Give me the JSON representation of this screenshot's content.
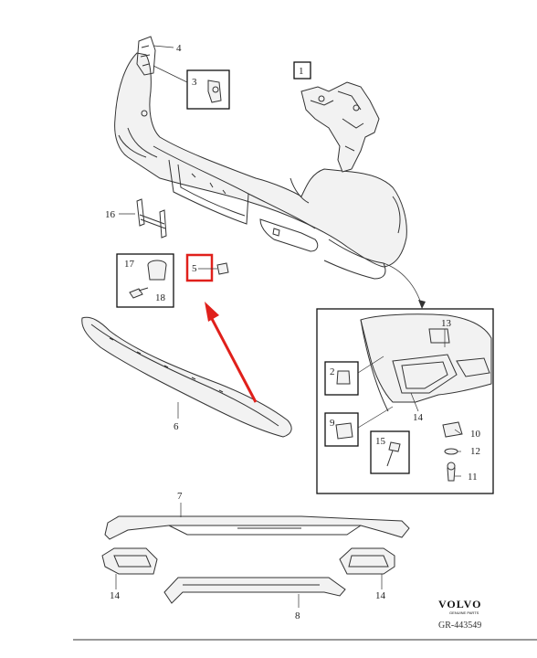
{
  "labels": {
    "l1": "1",
    "l2": "2",
    "l3": "3",
    "l4": "4",
    "l5": "5",
    "l6": "6",
    "l7": "7",
    "l8": "8",
    "l9": "9",
    "l10": "10",
    "l11": "11",
    "l12": "12",
    "l13": "13",
    "l14a": "14",
    "l14b": "14",
    "l14c": "14",
    "l15": "15",
    "l16": "16",
    "l17": "17",
    "l18": "18"
  },
  "brand": {
    "name": "VOLVO",
    "tagline": "GENUINE PARTS"
  },
  "drawing_code": "GR-443549",
  "colors": {
    "highlight": "#e0201b",
    "line": "#333333"
  }
}
